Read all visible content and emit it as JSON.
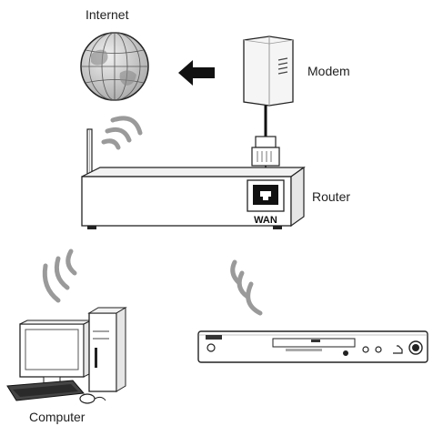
{
  "labels": {
    "internet": "Internet",
    "modem": "Modem",
    "router": "Router",
    "computer": "Computer",
    "wan": "WAN"
  },
  "icons": {
    "globe": "globe-icon",
    "arrow": "arrow-left-icon",
    "modem": "modem-icon",
    "cable": "ethernet-cable-icon",
    "router": "router-icon",
    "wifi": "wireless-signal-icon",
    "computer": "desktop-computer-icon",
    "player": "blu-ray-player-icon"
  },
  "colors": {
    "line": "#222222",
    "globe_fill": "#c8c8c8",
    "wifi_gray": "#9a9a9a",
    "panel_gray": "#dcdcdc"
  }
}
